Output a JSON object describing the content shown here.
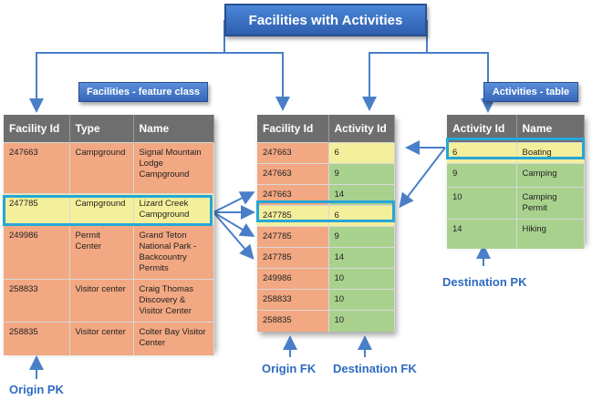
{
  "title": "Facilities with Activities",
  "facilities_label": "Facilities - feature class",
  "activities_label": "Activities - table",
  "facilities_table": {
    "headers": [
      "Facility Id",
      "Type",
      "Name"
    ],
    "rows": [
      {
        "id": "247663",
        "type": "Campground",
        "name": "Signal Mountain Lodge Campground"
      },
      {
        "id": "247785",
        "type": "Campground",
        "name": "Lizard Creek Campground"
      },
      {
        "id": "249986",
        "type": "Permit Center",
        "name": "Grand Teton National Park - Backcountry Permits"
      },
      {
        "id": "258833",
        "type": "Visitor center",
        "name": "Craig Thomas Discovery & Visitor Center"
      },
      {
        "id": "258835",
        "type": "Visitor center",
        "name": "Colter Bay Visitor Center"
      }
    ]
  },
  "join_table": {
    "headers": [
      "Facility Id",
      "Activity Id"
    ],
    "rows": [
      {
        "facility_id": "247663",
        "activity_id": "6"
      },
      {
        "facility_id": "247663",
        "activity_id": "9"
      },
      {
        "facility_id": "247663",
        "activity_id": "14"
      },
      {
        "facility_id": "247785",
        "activity_id": "6"
      },
      {
        "facility_id": "247785",
        "activity_id": "9"
      },
      {
        "facility_id": "247785",
        "activity_id": "14"
      },
      {
        "facility_id": "249986",
        "activity_id": "10"
      },
      {
        "facility_id": "258833",
        "activity_id": "10"
      },
      {
        "facility_id": "258835",
        "activity_id": "10"
      }
    ]
  },
  "activities_table": {
    "headers": [
      "Activity Id",
      "Name"
    ],
    "rows": [
      {
        "id": "6",
        "name": "Boating"
      },
      {
        "id": "9",
        "name": "Camping"
      },
      {
        "id": "10",
        "name": "Camping Permit"
      },
      {
        "id": "14",
        "name": "Hiking"
      }
    ]
  },
  "captions": {
    "origin_pk": "Origin PK",
    "origin_fk": "Origin FK",
    "destination_fk": "Destination FK",
    "destination_pk": "Destination PK"
  },
  "colors": {
    "header_gray": "#6e6e6e",
    "orange": "#f2a882",
    "green": "#a9d18e",
    "yellow": "#f4ef9a",
    "highlight": "#26a6d8",
    "title_blue": "#2f5fae",
    "arrow_blue": "#4a7fc8"
  }
}
